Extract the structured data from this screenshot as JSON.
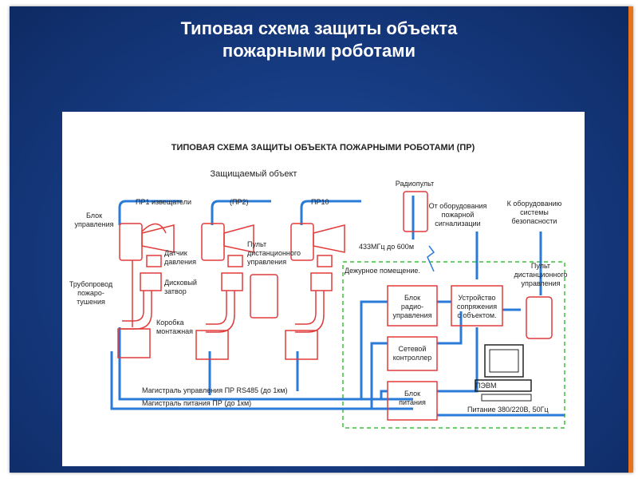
{
  "slide": {
    "title_line1": "Типовая схема защиты объекта",
    "title_line2": "пожарными роботами"
  },
  "diagram": {
    "title": "ТИПОВАЯ СХЕМА ЗАЩИТЫ ОБЪЕКТА ПОЖАРНЫМИ РОБОТАМИ (ПР)",
    "protected_object": "Защищаемый объект",
    "robots": [
      "ПР1 извещатели",
      "(ПР2)",
      "ПР10"
    ],
    "labels": {
      "control_unit": [
        "Блок",
        "управления"
      ],
      "pressure_sensor": [
        "Датчик",
        "давления"
      ],
      "disc_valve": [
        "Дисковый",
        "затвор"
      ],
      "pipeline": [
        "Трубопровод",
        "пожаро-",
        "тушения"
      ],
      "junction_box": [
        "Коробка",
        "монтажная"
      ],
      "remote_panel_1": [
        "Пульт",
        "дистанционного",
        "управления"
      ],
      "radio_panel": "Радиопульт",
      "from_fire_alarm": [
        "От оборудования",
        "пожарной",
        "сигнализации"
      ],
      "to_security": [
        "К оборудованию",
        "системы",
        "безопасности"
      ],
      "radio_freq": "433МГц до 600м",
      "duty_room": "Дежурное помещение.",
      "radio_unit": [
        "Блок",
        "радио-",
        "управления"
      ],
      "interface_unit": [
        "Устройство",
        "сопряжения",
        "с объектом."
      ],
      "remote_panel_2": [
        "Пульт",
        "дистанционного",
        "управления"
      ],
      "network_controller": [
        "Сетевой",
        "контроллер"
      ],
      "power_unit": [
        "Блок",
        "питания"
      ],
      "pc": "ПЭВМ",
      "control_bus": "Магистраль управления ПР RS485 (до 1км)",
      "power_bus": "Магистраль питания ПР (до 1км)",
      "power_supply": "Питание 380/220В, 50Гц"
    }
  }
}
